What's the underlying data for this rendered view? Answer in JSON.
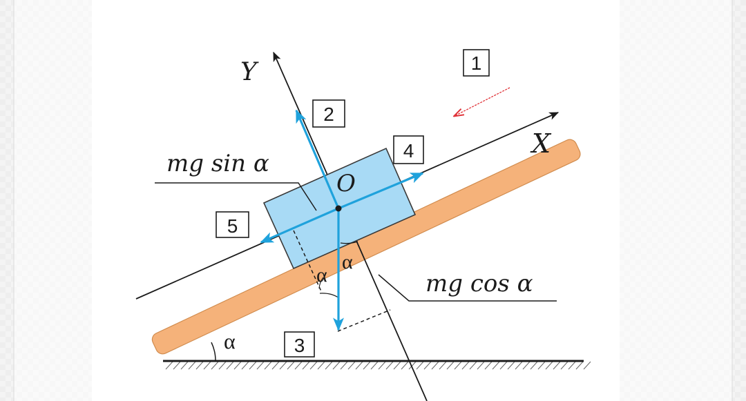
{
  "labels": {
    "y_axis": "Y",
    "x_axis": "X",
    "origin": "O",
    "mg_sin": "mg sin α",
    "mg_cos": "mg cos α",
    "alpha_incline": "α",
    "alpha_left": "α",
    "alpha_right": "α"
  },
  "boxes": {
    "b1": "1",
    "b2": "2",
    "b3": "3",
    "b4": "4",
    "b5": "5"
  },
  "colors": {
    "page_bg": "#f4f4f4",
    "panel": "#ffffff",
    "plank": "#f5b27a",
    "plank_stroke": "#c9864c",
    "block_fill": "#a8daf5",
    "block_stroke": "#3a3a3a",
    "vector": "#1fa2dc",
    "axis": "#1b1b1b",
    "red_arrow": "#e0343a"
  }
}
